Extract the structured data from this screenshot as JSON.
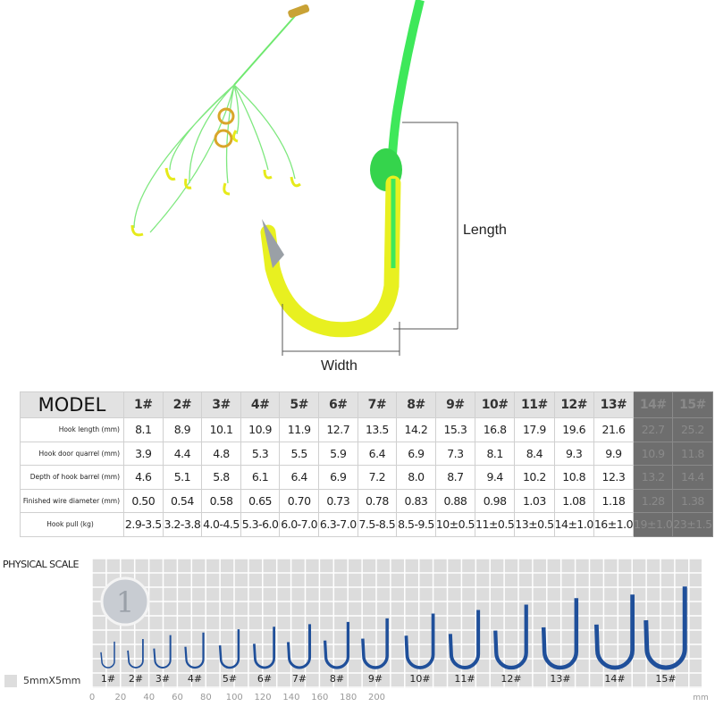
{
  "illustration": {
    "length_label": "Length",
    "width_label": "Width"
  },
  "table": {
    "model_label": "MODEL",
    "models": [
      "1#",
      "2#",
      "3#",
      "4#",
      "5#",
      "6#",
      "7#",
      "8#",
      "9#",
      "10#",
      "11#",
      "12#",
      "13#",
      "14#",
      "15#"
    ],
    "unavailable_models": [
      "14#",
      "15#"
    ],
    "rows": [
      {
        "label": "Hook length (mm)",
        "values": [
          "8.1",
          "8.9",
          "10.1",
          "10.9",
          "11.9",
          "12.7",
          "13.5",
          "14.2",
          "15.3",
          "16.8",
          "17.9",
          "19.6",
          "21.6",
          "22.7",
          "25.2"
        ]
      },
      {
        "label": "Hook door quarrel (mm)",
        "values": [
          "3.9",
          "4.4",
          "4.8",
          "5.3",
          "5.5",
          "5.9",
          "6.4",
          "6.9",
          "7.3",
          "8.1",
          "8.4",
          "9.3",
          "9.9",
          "10.9",
          "11.8"
        ]
      },
      {
        "label": "Depth of hook barrel (mm)",
        "values": [
          "4.6",
          "5.1",
          "5.8",
          "6.1",
          "6.4",
          "6.9",
          "7.2",
          "8.0",
          "8.7",
          "9.4",
          "10.2",
          "10.8",
          "12.3",
          "13.2",
          "14.4"
        ]
      },
      {
        "label": "Finished wire diameter (mm)",
        "values": [
          "0.50",
          "0.54",
          "0.58",
          "0.65",
          "0.70",
          "0.73",
          "0.78",
          "0.83",
          "0.88",
          "0.98",
          "1.03",
          "1.08",
          "1.18",
          "1.28",
          "1.38"
        ]
      },
      {
        "label": "Hook pull (kg)",
        "values": [
          "2.9-3.5",
          "3.2-3.8",
          "4.0-4.5",
          "5.3-6.0",
          "6.0-7.0",
          "6.3-7.0",
          "7.5-8.5",
          "8.5-9.5",
          "10±0.5",
          "11±0.5",
          "13±0.5",
          "14±1.0",
          "16±1.0",
          "19±1.0",
          "23±1.5"
        ]
      }
    ]
  },
  "scale": {
    "title": "PHYSICAL SCALE",
    "legend": "5mmX5mm",
    "unit": "mm",
    "ticks": [
      "0",
      "20",
      "40",
      "60",
      "80",
      "100",
      "120",
      "140",
      "160",
      "180",
      "200"
    ],
    "hook_labels": [
      "1#",
      "2#",
      "3#",
      "4#",
      "5#",
      "6#",
      "7#",
      "8#",
      "9#",
      "10#",
      "11#",
      "12#",
      "13#",
      "14#",
      "15#"
    ]
  },
  "colors": {
    "line_green": "#3ee85a",
    "hook_yellow": "#e8f020",
    "hook_blue": "#1f4f9a",
    "gray_cell": "#6e6e6e"
  }
}
